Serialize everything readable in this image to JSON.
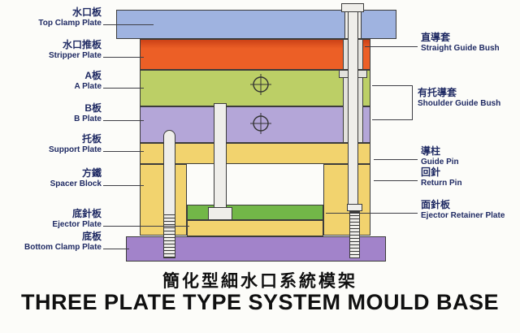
{
  "titles": {
    "chinese": "簡化型細水口系統模架",
    "english": "THREE PLATE TYPE SYSTEM MOULD BASE"
  },
  "left_labels": [
    {
      "cn": "水口板",
      "en": "Top Clamp Plate"
    },
    {
      "cn": "水口推板",
      "en": "Stripper Plate"
    },
    {
      "cn": "A板",
      "en": "A Plate"
    },
    {
      "cn": "B板",
      "en": "B Plate"
    },
    {
      "cn": "托板",
      "en": "Support Plate"
    },
    {
      "cn": "方鐵",
      "en": "Spacer Block"
    },
    {
      "cn": "底針板",
      "en": "Ejector Plate"
    },
    {
      "cn": "底板",
      "en": "Bottom Clamp Plate"
    }
  ],
  "right_labels": [
    {
      "cn": "直導套",
      "en": "Straight Guide Bush"
    },
    {
      "cn": "有托導套",
      "en": "Shoulder Guide Bush"
    },
    {
      "cn": "導柱",
      "en": "Guide Pin"
    },
    {
      "cn": "回針",
      "en": "Return Pin"
    },
    {
      "cn": "面針板",
      "en": "Ejector Retainer Plate"
    }
  ],
  "colors": {
    "top_clamp_plate": "#9fb3e0",
    "stripper_plate": "#ec5f26",
    "a_plate": "#bccf66",
    "b_plate": "#b4a6d8",
    "support_plate": "#f2d36e",
    "spacer_block": "#f2d36e",
    "ejector_retainer_plate": "#72b748",
    "ejector_plate": "#f2d36e",
    "bottom_clamp_plate": "#a283ca",
    "pin_fill": "#efeeea",
    "bush_fill": "#e3e2dd",
    "label_text": "#1f2a63",
    "title_text": "#101010"
  }
}
